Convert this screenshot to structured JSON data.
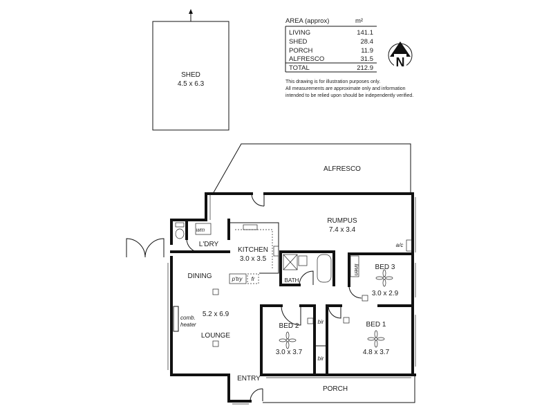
{
  "shed": {
    "name": "SHED",
    "dims": "4.5 x 6.3"
  },
  "area_table": {
    "title": "AREA (approx)",
    "unit": "m²",
    "rows": [
      {
        "label": "LIVING",
        "value": "141.1"
      },
      {
        "label": "SHED",
        "value": "28.4"
      },
      {
        "label": "PORCH",
        "value": "11.9"
      },
      {
        "label": "ALFRESCO",
        "value": "31.5"
      }
    ],
    "total": {
      "label": "TOTAL",
      "value": "212.9"
    }
  },
  "disclaimer": [
    "This drawing is for illustration purposes only.",
    "All measurements are approximate only and information",
    "intended to be relied upon should be independently verified."
  ],
  "compass": {
    "letter": "N"
  },
  "rooms": {
    "alfresco": {
      "name": "ALFRESCO"
    },
    "rumpus": {
      "name": "RUMPUS",
      "dims": "7.4 x 3.4"
    },
    "ldry": {
      "name": "L'DRY"
    },
    "wm": {
      "name": "wm"
    },
    "kitchen": {
      "name": "KITCHEN",
      "dims": "3.0 x 3.5"
    },
    "pantry": {
      "name": "p'try"
    },
    "fridge": {
      "name": "fr"
    },
    "dining": {
      "name": "DINING"
    },
    "lounge": {
      "name": "LOUNGE",
      "dims": "5.2 x 6.9"
    },
    "heater": {
      "line1": "comb.",
      "line2": "heater"
    },
    "bath": {
      "name": "BATH"
    },
    "linen": {
      "name": "linen"
    },
    "bed3": {
      "name": "BED 3",
      "dims": "3.0 x 2.9"
    },
    "bed2": {
      "name": "BED 2",
      "dims": "3.0 x 3.7"
    },
    "bed1": {
      "name": "BED 1",
      "dims": "4.8 x 3.7"
    },
    "bir1": {
      "name": "bir"
    },
    "bir2": {
      "name": "bir"
    },
    "ac": {
      "name": "a/c"
    },
    "entry": {
      "name": "ENTRY"
    },
    "porch": {
      "name": "PORCH"
    }
  }
}
